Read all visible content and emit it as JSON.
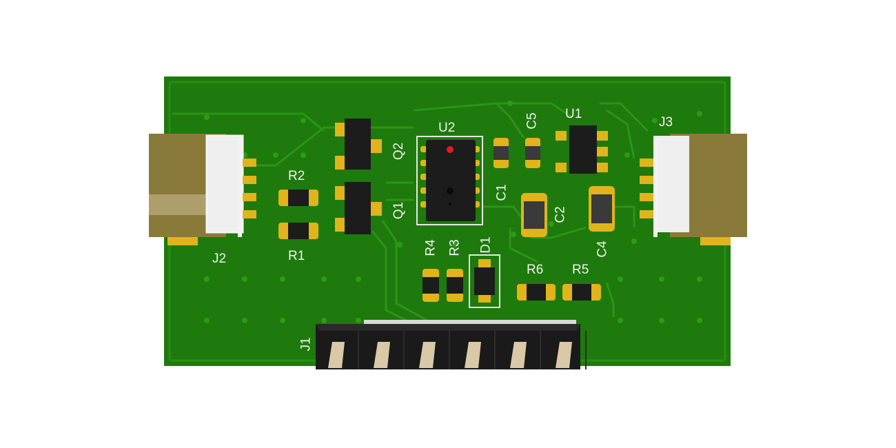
{
  "colors": {
    "board": "#1e7a0c",
    "board_edge": "#2d8a18",
    "trace": "#2e9419",
    "silkscreen": "#f2f2f2",
    "pad_gold": "#e0b41a",
    "ic_body": "#1c1c1c",
    "header_plastic": "#1a1a1a",
    "header_pin": "#d9c9a8",
    "connector_body": "#f0f0f0",
    "cable_plug": "#8a7a3a",
    "pin1_marker": "#e21c1c"
  },
  "designators": {
    "J1": "J1",
    "J2": "J2",
    "J3": "J3",
    "U1": "U1",
    "U2": "U2",
    "Q1": "Q1",
    "Q2": "Q2",
    "R1": "R1",
    "R2": "R2",
    "R3": "R3",
    "R4": "R4",
    "R5": "R5",
    "R6": "R6",
    "C1": "C1",
    "C2": "C2",
    "C4": "C4",
    "C5": "C5",
    "D1": "D1"
  },
  "header_pin_count": 6,
  "u2_pin_count_per_side": 5
}
